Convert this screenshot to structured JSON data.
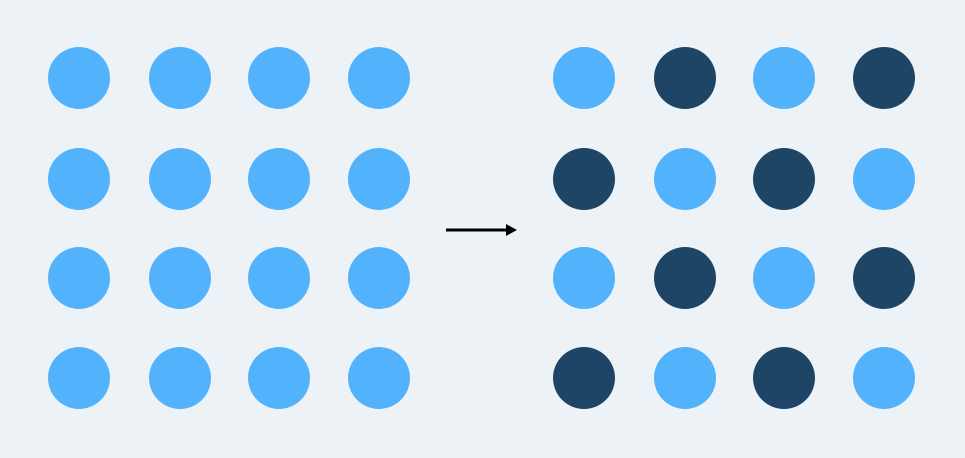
{
  "colors": {
    "background": "#edf2f6",
    "light": "#52b3fc",
    "dark": "#1e4566",
    "arrow": "#000000"
  },
  "arrow_icon": "right-arrow-icon",
  "before_grid": [
    [
      "light",
      "light",
      "light",
      "light"
    ],
    [
      "light",
      "light",
      "light",
      "light"
    ],
    [
      "light",
      "light",
      "light",
      "light"
    ],
    [
      "light",
      "light",
      "light",
      "light"
    ]
  ],
  "after_grid": [
    [
      "light",
      "dark",
      "light",
      "dark"
    ],
    [
      "dark",
      "light",
      "dark",
      "light"
    ],
    [
      "light",
      "dark",
      "light",
      "dark"
    ],
    [
      "dark",
      "light",
      "dark",
      "light"
    ]
  ]
}
